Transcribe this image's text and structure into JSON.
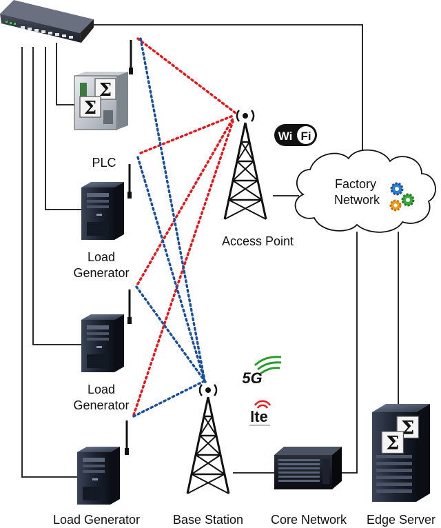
{
  "labels": {
    "plc": "PLC",
    "load_generator_1_line1": "Load",
    "load_generator_1_line2": "Generator",
    "load_generator_2_line1": "Load",
    "load_generator_2_line2": "Generator",
    "load_generator_3": "Load Generator",
    "access_point": "Access Point",
    "factory_network_line1": "Factory",
    "factory_network_line2": "Network",
    "base_station": "Base Station",
    "core_network": "Core Network",
    "edge_server": "Edge Server"
  },
  "logos": {
    "wifi_left": "Wi",
    "wifi_right": "Fi",
    "fiveg": "5G",
    "lte": "lte"
  },
  "colors": {
    "wifi_link": "#e8141b",
    "cellular_link": "#1a4f9c",
    "wire": "#111111",
    "tower": "#111111",
    "server_body": "#1b2230"
  },
  "icons": [
    "ethernet-switch-icon",
    "antenna-icon",
    "plc-device-icon",
    "sigma-icon",
    "server-tower-icon",
    "radio-tower-icon",
    "cloud-icon",
    "gears-icon",
    "rack-server-icon",
    "wifi-logo-icon",
    "fiveg-logo-icon",
    "lte-logo-icon"
  ]
}
